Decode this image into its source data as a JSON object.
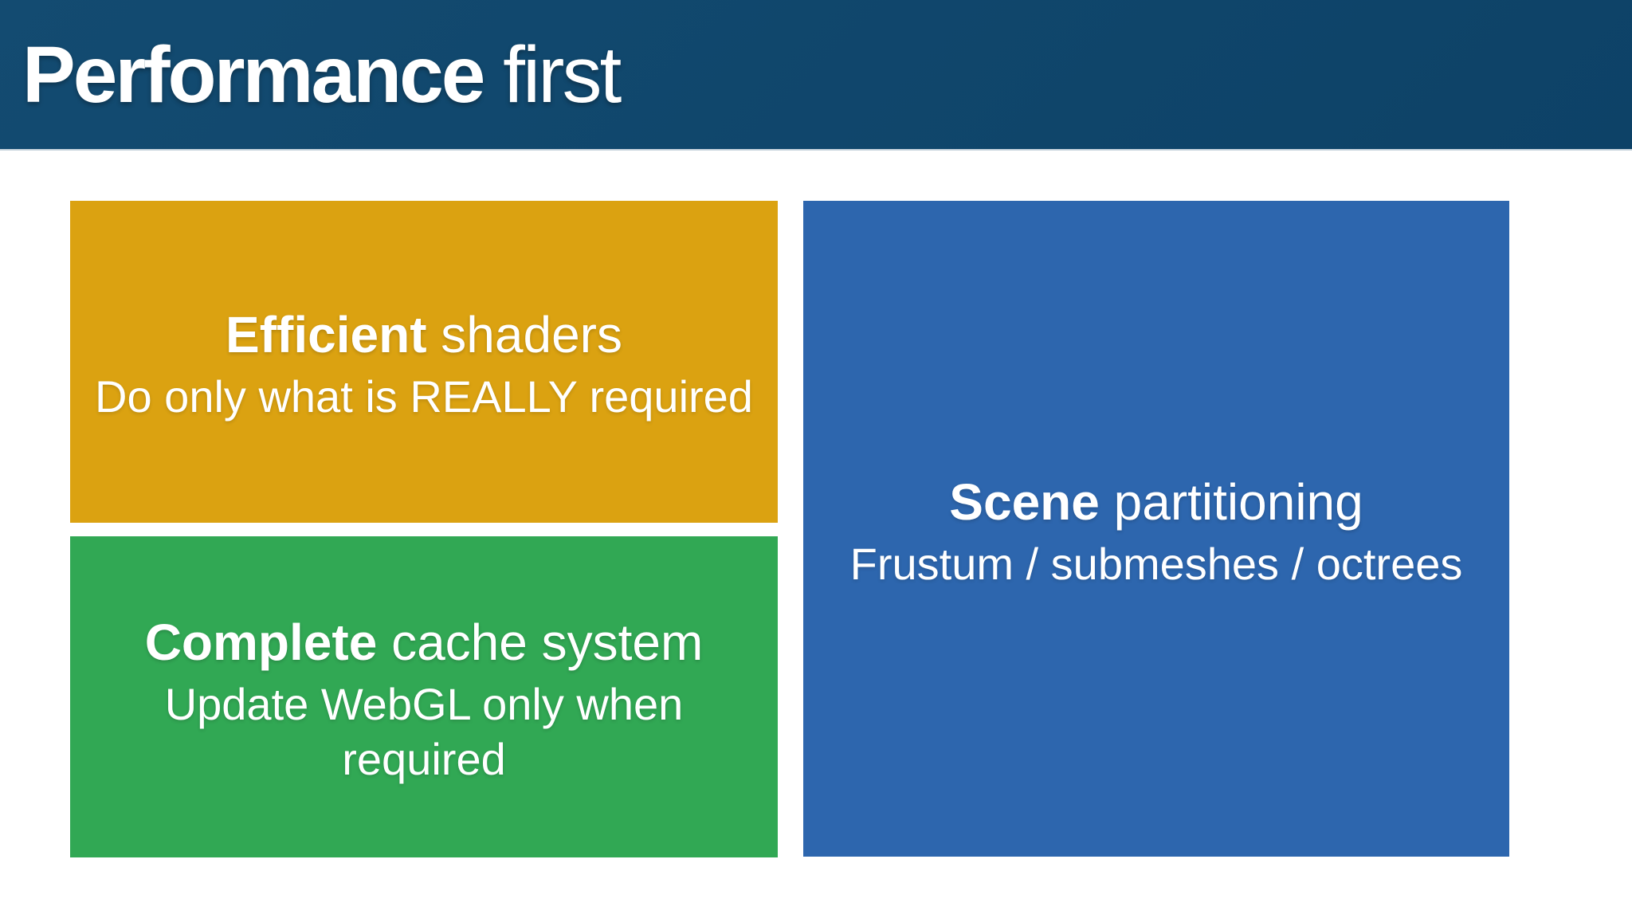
{
  "header": {
    "title_bold": "Performance",
    "title_rest": " first",
    "bg_color": "#0E4469",
    "text_color": "#FFFFFF"
  },
  "canvas": {
    "bg_color": "#FFFFFF"
  },
  "boxes": [
    {
      "name": "efficient-shaders",
      "title_bold": "Efficient",
      "title_rest": " shaders",
      "subtitle": "Do only what is REALLY required",
      "bg_color": "#DBA211",
      "text_color": "#FFFFFF"
    },
    {
      "name": "complete-cache-system",
      "title_bold": "Complete",
      "title_rest": " cache system",
      "subtitle": "Update WebGL only when required",
      "bg_color": "#31A854",
      "text_color": "#FFFFFF"
    },
    {
      "name": "scene-partitioning",
      "title_bold": "Scene",
      "title_rest": " partitioning",
      "subtitle": "Frustum / submeshes / octrees",
      "bg_color": "#2D66AE",
      "text_color": "#FFFFFF"
    }
  ]
}
